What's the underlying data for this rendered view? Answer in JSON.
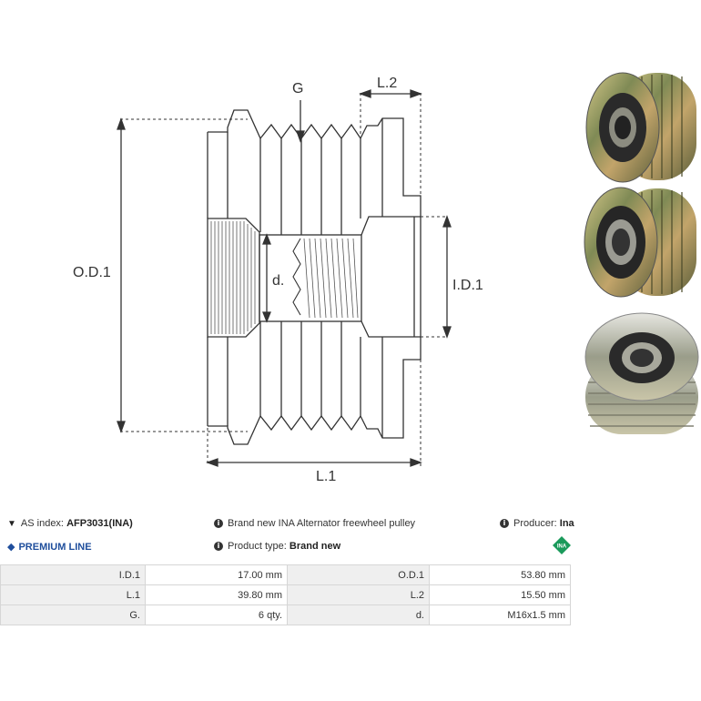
{
  "diagram": {
    "labels": {
      "g": "G",
      "l2": "L.2",
      "od1": "O.D.1",
      "d": "d.",
      "id1": "I.D.1",
      "l1": "L.1"
    }
  },
  "info": {
    "as_index_label": "AS index:",
    "as_index_value": "AFP3031(INA)",
    "premium": "PREMIUM LINE",
    "description": "Brand new INA Alternator freewheel pulley",
    "product_type_label": "Product type:",
    "product_type_value": "Brand new",
    "producer_label": "Producer:",
    "producer_value": "Ina",
    "logo_text": "INA"
  },
  "specs": [
    [
      {
        "label": "I.D.1",
        "value": "17.00 mm"
      },
      {
        "label": "O.D.1",
        "value": "53.80 mm"
      }
    ],
    [
      {
        "label": "L.1",
        "value": "39.80 mm"
      },
      {
        "label": "L.2",
        "value": "15.50 mm"
      }
    ],
    [
      {
        "label": "G.",
        "value": "6 qty."
      },
      {
        "label": "d.",
        "value": "M16x1.5 mm"
      }
    ]
  ],
  "colors": {
    "accent": "#1f4e9c",
    "logo_green": "#1a9a5b"
  }
}
